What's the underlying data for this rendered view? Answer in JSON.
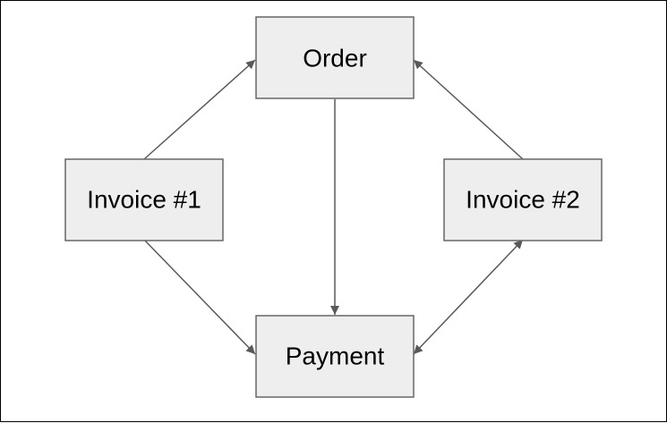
{
  "diagram": {
    "nodes": {
      "order": {
        "label": "Order"
      },
      "invoice1": {
        "label": "Invoice #1"
      },
      "invoice2": {
        "label": "Invoice #2"
      },
      "payment": {
        "label": "Payment"
      }
    },
    "edges": [
      {
        "from": "invoice1",
        "to": "order",
        "arrow": "end"
      },
      {
        "from": "invoice2",
        "to": "order",
        "arrow": "end"
      },
      {
        "from": "order",
        "to": "payment",
        "arrow": "end"
      },
      {
        "from": "invoice1",
        "to": "payment",
        "arrow": "end"
      },
      {
        "from": "invoice2",
        "to": "payment",
        "arrow": "both"
      }
    ],
    "colors": {
      "node_fill": "#eeeeee",
      "node_border": "#666666",
      "edge": "#595959",
      "frame_border": "#000000"
    }
  }
}
